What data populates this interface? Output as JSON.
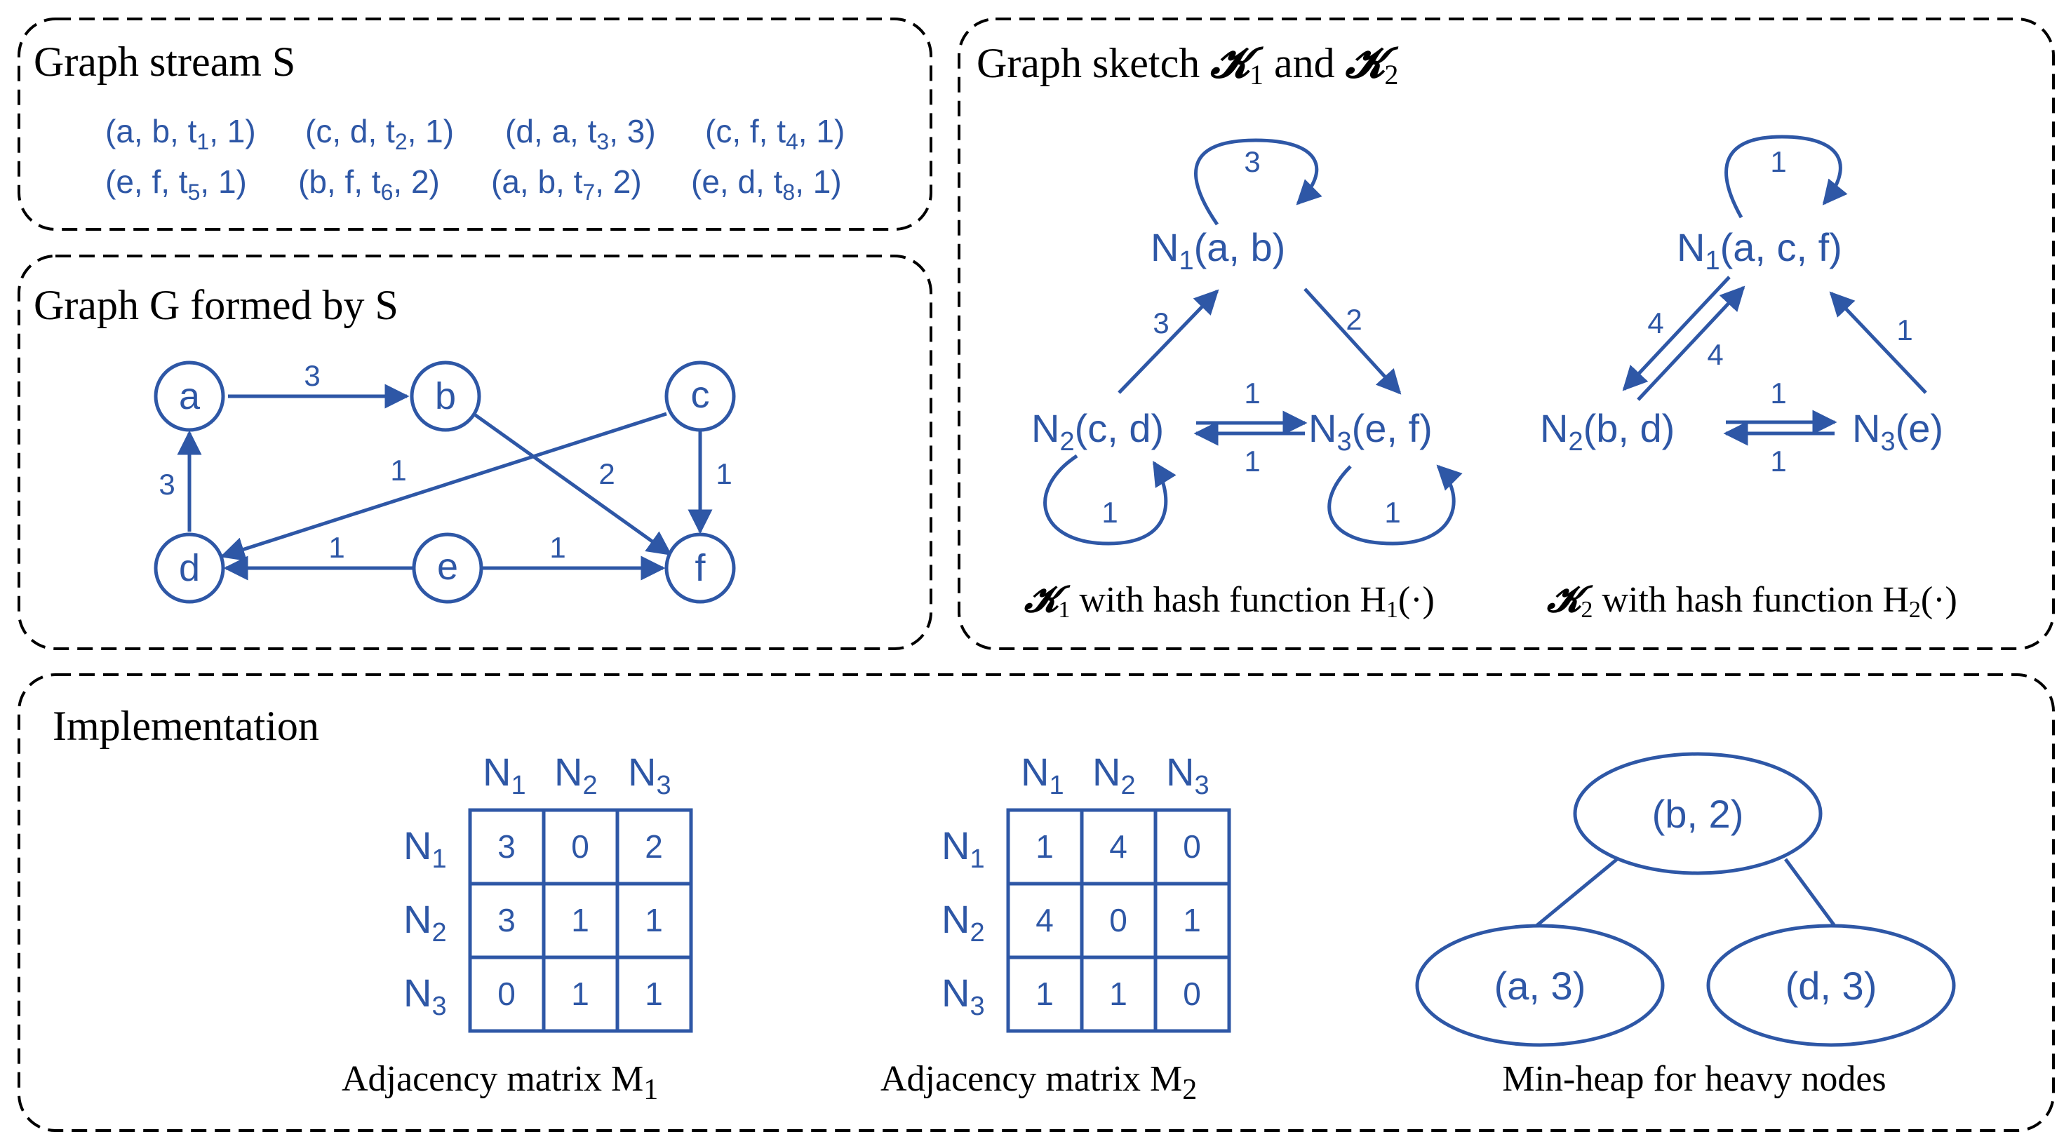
{
  "stream": {
    "title": "Graph stream S",
    "row1": [
      "(a, b, t",
      "1",
      ", 1)",
      "(c, d, t",
      "2",
      ", 1)",
      "(d, a, t",
      "3",
      ", 3)",
      "(c, f, t",
      "4",
      ", 1)"
    ],
    "row2": [
      "(e, f, t",
      "5",
      ", 1)",
      "(b, f, t",
      "6",
      ", 2)",
      "(a, b, t",
      "7",
      ", 2)",
      "(e, d, t",
      "8",
      ", 1)"
    ]
  },
  "graph": {
    "title": "Graph G formed by S",
    "nodes": {
      "a": "a",
      "b": "b",
      "c": "c",
      "d": "d",
      "e": "e",
      "f": "f"
    },
    "weights": {
      "ab": "3",
      "bf": "2",
      "cd": "1",
      "cf": "1",
      "da": "3",
      "ed": "1",
      "ef": "1"
    }
  },
  "sketch": {
    "title_prefix": "Graph sketch ",
    "k": "𝓚",
    "sub1": "1",
    "and": " and ",
    "sub2": "2",
    "k1": {
      "n1": "N",
      "n1_sub": "1",
      "n1_rest": "(a, b)",
      "n2": "N",
      "n2_sub": "2",
      "n2_rest": "(c, d)",
      "n3": "N",
      "n3_sub": "3",
      "n3_rest": "(e, f)",
      "w_loop_n1": "3",
      "w_n2_n1": "3",
      "w_n1_n3": "2",
      "w_n2_n3": "1",
      "w_n3_n2": "1",
      "w_loop_n2": "1",
      "w_loop_n3": "1",
      "caption": " with hash function H",
      "caption_sub": "1",
      "caption_end": "(·)"
    },
    "k2": {
      "n1": "N",
      "n1_sub": "1",
      "n1_rest": "(a, c, f)",
      "n2": "N",
      "n2_sub": "2",
      "n2_rest": "(b, d)",
      "n3": "N",
      "n3_sub": "3",
      "n3_rest": "(e)",
      "w_loop_n1": "1",
      "w_n1_n2_a": "4",
      "w_n1_n2_b": "4",
      "w_n3_n1": "1",
      "w_n2_n3": "1",
      "w_n3_n2": "1",
      "caption": " with hash function H",
      "caption_sub": "2",
      "caption_end": "(·)"
    }
  },
  "impl": {
    "title": "Implementation",
    "n": "N",
    "subs": [
      "1",
      "2",
      "3"
    ],
    "m1": {
      "rows": [
        [
          "3",
          "0",
          "2"
        ],
        [
          "3",
          "1",
          "1"
        ],
        [
          "0",
          "1",
          "1"
        ]
      ],
      "caption": "Adjacency matrix M",
      "caption_sub": "1"
    },
    "m2": {
      "rows": [
        [
          "1",
          "4",
          "0"
        ],
        [
          "4",
          "0",
          "1"
        ],
        [
          "1",
          "1",
          "0"
        ]
      ],
      "caption": "Adjacency matrix M",
      "caption_sub": "2"
    },
    "heap": {
      "root": "(b, 2)",
      "left": "(a, 3)",
      "right": "(d, 3)",
      "caption": "Min-heap for heavy nodes"
    }
  },
  "colors": {
    "accent": "#2e57a6",
    "text": "#000000",
    "border": "#000000"
  }
}
